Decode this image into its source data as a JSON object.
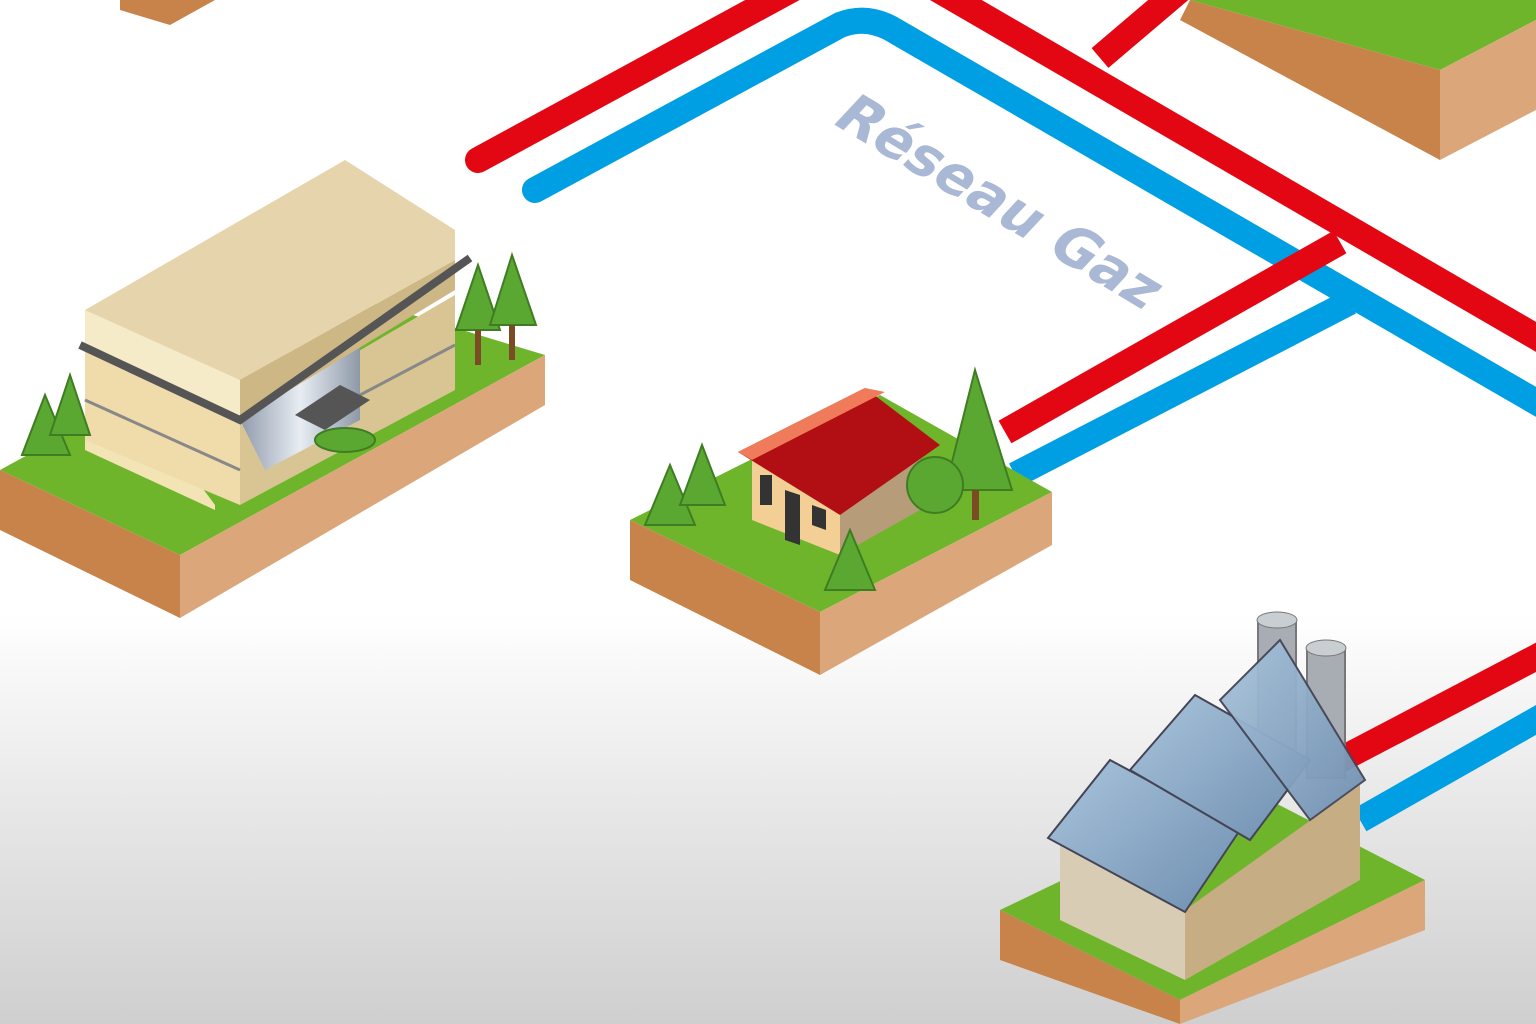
{
  "network_label": "Réseau Gaz",
  "colors": {
    "red_pipe": "#e30613",
    "blue_pipe": "#009fe3",
    "label": "#a9b8d4",
    "grass": "#6fb52c",
    "soil": "#c8834a"
  },
  "elements": [
    "office-building",
    "house",
    "factory",
    "gas-network-pipes"
  ]
}
